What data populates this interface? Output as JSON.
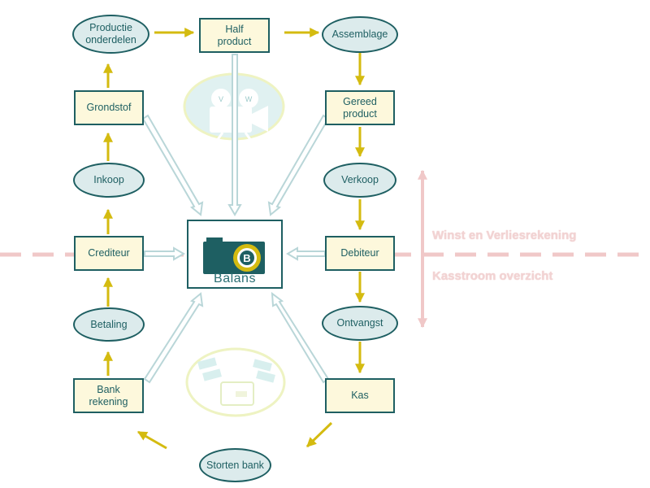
{
  "nodes": {
    "productie_onderdelen": "Productie\nonderdelen",
    "half_product": "Half\nproduct",
    "assemblage": "Assemblage",
    "grondstof": "Grondstof",
    "gereed_product": "Gereed\nproduct",
    "inkoop": "Inkoop",
    "verkoop": "Verkoop",
    "crediteur": "Crediteur",
    "debiteur": "Debiteur",
    "betaling": "Betaling",
    "ontvangst": "Ontvangst",
    "bank_rekening": "Bank\nrekening",
    "kas": "Kas",
    "storten_bank": "Storten bank"
  },
  "center": {
    "label": "Balans",
    "badge": "B"
  },
  "side_labels": {
    "top": "Winst en Verliesrekening",
    "bottom": "Kasstroom overzicht"
  },
  "camera_letters": [
    "V",
    "W"
  ],
  "colors": {
    "box_fill": "#fdf8dc",
    "oval_fill": "#dcebec",
    "border": "#1e5f62",
    "flow_arrow": "#d4bb10",
    "balance_arrow": "#b9d6d8",
    "divider": "#f0c8c8"
  }
}
